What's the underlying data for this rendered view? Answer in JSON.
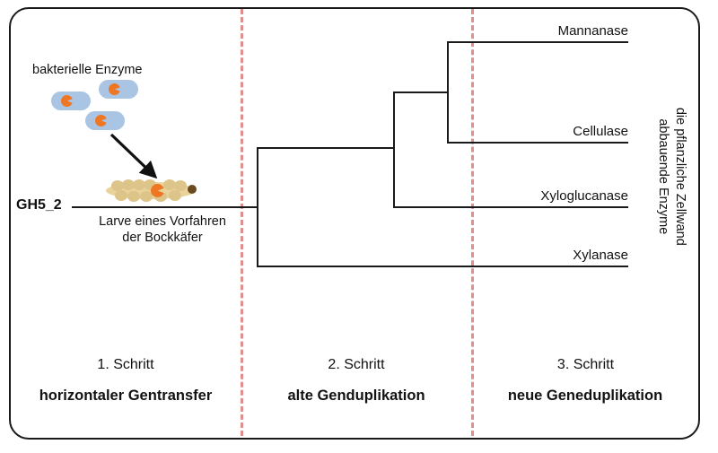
{
  "figure": {
    "title_none": "",
    "root_taxon": "GH5_2",
    "group_label_line1": "die pflanzliche Zellwand",
    "group_label_line2": "abbauende Enzyme",
    "frame_color": "#1a1a1a",
    "divider_color": "#e08e8e",
    "bacterium_color": "#aac4e4",
    "enzyme_color": "#ef7622",
    "larva_color": "#e8d49a",
    "larva_head_color": "#6b4a20"
  },
  "illustration": {
    "bacteria_caption": "bakterielle Enzyme",
    "larva_caption_line1": "Larve eines Vorfahren",
    "larva_caption_line2": "der Bockkäfer",
    "bacteria_count": 3,
    "arrow_name": "transfer-arrow"
  },
  "tree": {
    "leaves": [
      {
        "label": "Mannanase"
      },
      {
        "label": "Cellulase"
      },
      {
        "label": "Xyloglucanase"
      },
      {
        "label": "Xylanase"
      }
    ]
  },
  "stages": [
    {
      "step": "1. Schritt",
      "name": "horizontaler Gentransfer"
    },
    {
      "step": "2. Schritt",
      "name": "alte Genduplikation"
    },
    {
      "step": "3. Schritt",
      "name": "neue Geneduplikation"
    }
  ]
}
